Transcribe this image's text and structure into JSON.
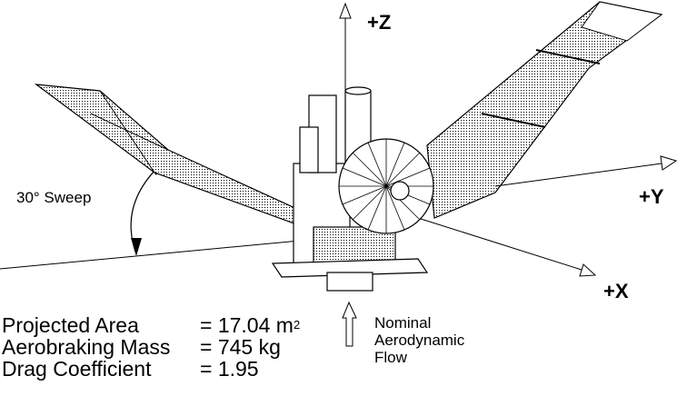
{
  "axes": {
    "z": "+Z",
    "y": "+Y",
    "x": "+X"
  },
  "sweep_label": "30° Sweep",
  "stats": [
    {
      "label": "Projected Area",
      "value": "= 17.04 m",
      "sup": "2"
    },
    {
      "label": "Aerobraking Mass",
      "value": "= 745 kg",
      "sup": ""
    },
    {
      "label": "Drag Coefficient",
      "value": "= 1.95",
      "sup": ""
    }
  ],
  "flow_label": [
    "Nominal",
    "Aerodynamic",
    "Flow"
  ]
}
